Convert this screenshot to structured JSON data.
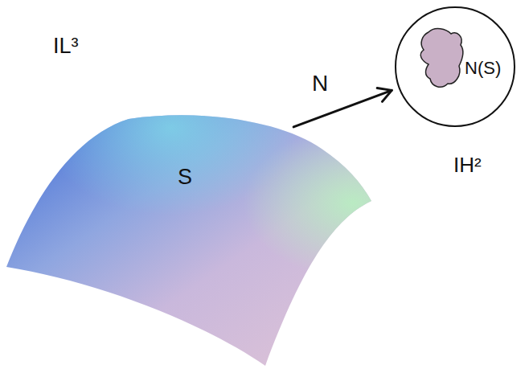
{
  "diagram": {
    "nodes": [
      {
        "text": [
          "S"
        ]
      },
      {
        "text": [
          "IH²"
        ]
      },
      {
        "text": [
          "N(S)"
        ],
        "in": 1
      }
    ],
    "edges": [
      {
        "from": 0,
        "to": 1,
        "label": "N",
        "arrow": "to"
      }
    ],
    "labels": [
      "IL³"
    ]
  }
}
